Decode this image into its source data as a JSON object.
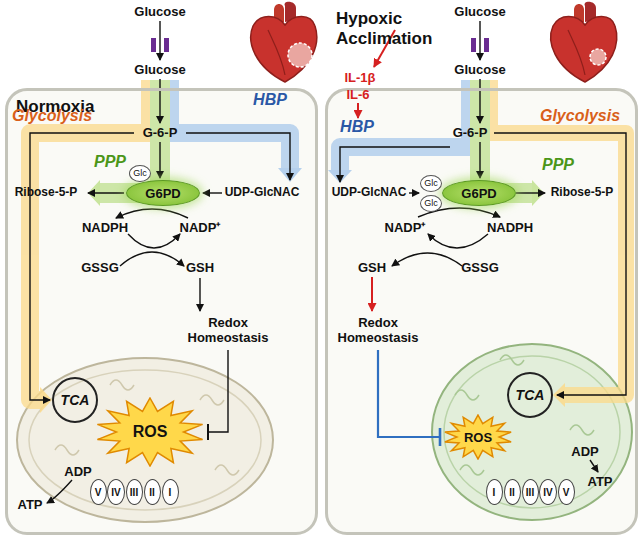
{
  "diagram": {
    "nodes": [
      {
        "text": [
          "Normoxia"
        ]
      },
      {
        "text": [
          "Glc"
        ],
        "in": 0
      },
      {
        "text": [
          "G6PD"
        ],
        "in": 0
      },
      {
        "text": [
          "TCA"
        ],
        "in": 0
      },
      {
        "text": [
          "ROS"
        ],
        "in": 0
      },
      {
        "text": [
          "V"
        ],
        "in": 0
      },
      {
        "text": [
          "IV"
        ],
        "in": 0
      },
      {
        "text": [
          "III"
        ],
        "in": 0
      },
      {
        "text": [
          "II"
        ],
        "in": 0
      },
      {
        "text": [
          "I"
        ],
        "in": 0
      },
      {
        "text": [
          "Hypoxic Acclimation"
        ]
      },
      {
        "text": [
          "Glc"
        ],
        "in": 10
      },
      {
        "text": [
          "Glc"
        ],
        "in": 10
      },
      {
        "text": [
          "G6PD"
        ],
        "in": 10
      },
      {
        "text": [
          "TCA"
        ],
        "in": 10
      },
      {
        "text": [
          "ROS"
        ],
        "in": 10
      },
      {
        "text": [
          "I"
        ],
        "in": 10
      },
      {
        "text": [
          "II"
        ],
        "in": 10
      },
      {
        "text": [
          "III"
        ],
        "in": 10
      },
      {
        "text": [
          "IV"
        ],
        "in": 10
      },
      {
        "text": [
          "V"
        ],
        "in": 10
      }
    ],
    "labels": [
      "Glucose",
      "Glucose",
      "Glycolysis",
      "G-6-P",
      "HBP",
      "PPP",
      "UDP-GlcNAC",
      "Ribose-5-P",
      "NADPH",
      "NADP⁺",
      "GSSG",
      "GSH",
      "Redox Homeostasis",
      "ADP",
      "ATP",
      "Glucose",
      "IL-1β",
      "IL-6",
      "Glucose",
      "HBP",
      "G-6-P",
      "Glycolysis",
      "UDP-GlcNAC",
      "PPP",
      "Ribose-5-P",
      "NADP⁺",
      "NADPH",
      "GSH",
      "GSSG",
      "Redox Homeostasis",
      "ADP",
      "ATP"
    ]
  }
}
